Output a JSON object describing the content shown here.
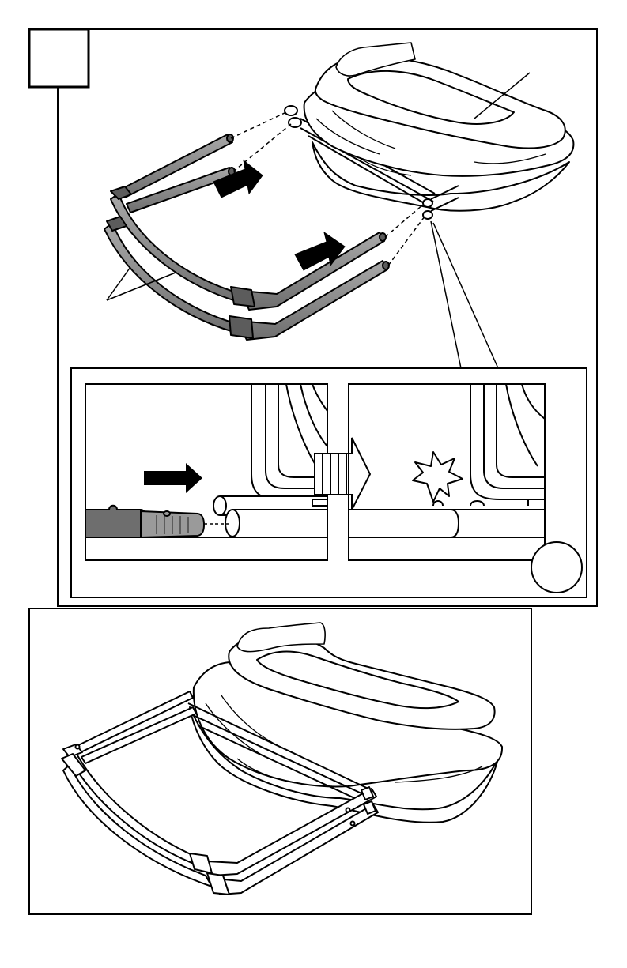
{
  "page": {
    "background": "#ffffff",
    "line_color": "#000000"
  },
  "step_one": {
    "step_number_box": "step-number-box",
    "parts": [
      "bassinet",
      "rocker-bars",
      "insertion-arrow-upper",
      "insertion-arrow-lower",
      "connection-guide-lines"
    ],
    "rocker_bar_color": "#8c8c8c",
    "arrow_color": "#000000"
  },
  "detail_inset": {
    "panel_before": [
      "rocker-bar-end",
      "frame-tube-socket",
      "push-arrow"
    ],
    "panel_after": [
      "assembled-joint",
      "click-starburst"
    ],
    "transition_arrow": "right-arrow",
    "corner_circle": "empty-circle"
  },
  "step_two": {
    "parts": [
      "assembled-rocker-with-bassinet"
    ]
  }
}
